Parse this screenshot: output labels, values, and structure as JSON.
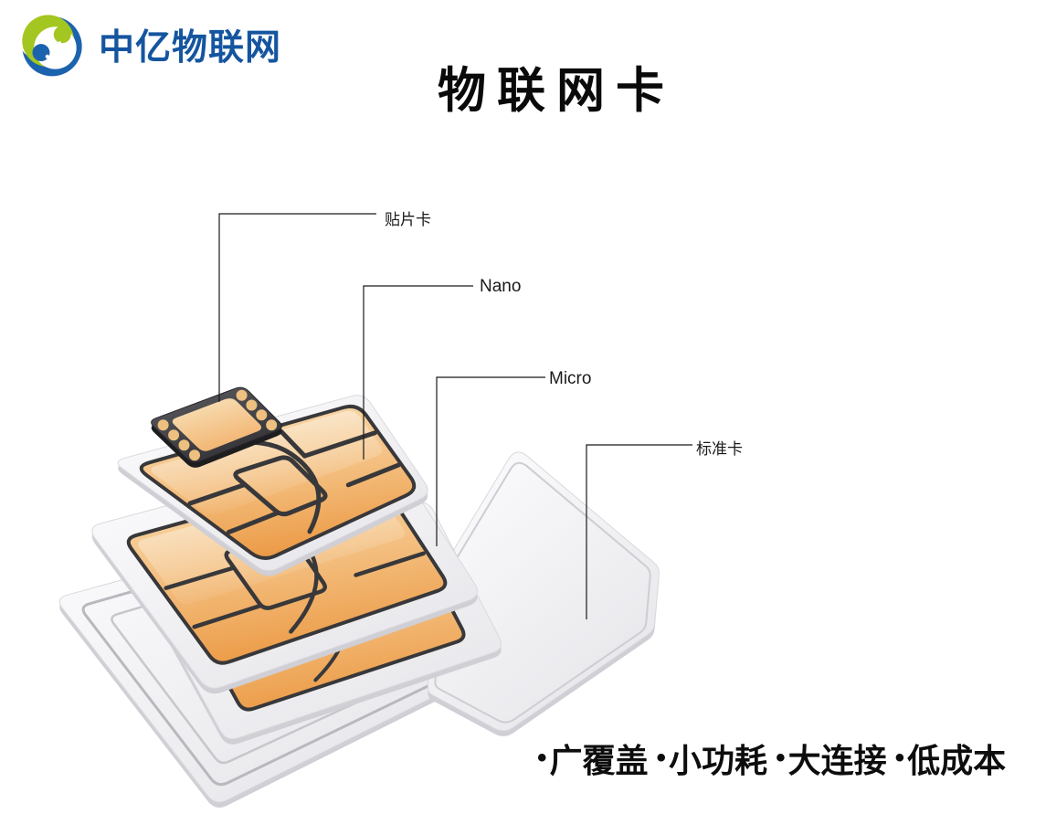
{
  "meta": {
    "type": "product-diagram",
    "language": "zh-CN"
  },
  "logo": {
    "company": "中亿物联网",
    "icon": "swirl-logo-icon",
    "colors": {
      "green": "#a4c620",
      "blue": "#1c63ad",
      "text": "#15559f"
    }
  },
  "title": {
    "text": "物联网卡"
  },
  "diagram": {
    "name": "sim-card-exploded-stack",
    "callouts": [
      {
        "id": "chip",
        "label": "贴片卡"
      },
      {
        "id": "nano",
        "label": "Nano"
      },
      {
        "id": "micro",
        "label": "Micro"
      },
      {
        "id": "standard",
        "label": "标准卡"
      }
    ],
    "colors": {
      "card_white_hi": "#fdfdfe",
      "card_white_lo": "#e7e7eb",
      "card_edge": "#cfcfd5",
      "card_stroke": "#d9d9de",
      "groove": "#b8b8bf",
      "contact_gold_light": "#f8ddb0",
      "contact_gold_mid": "#f4c183",
      "contact_gold_deep": "#ec9c48",
      "contact_line": "#38383a",
      "chip_dark_hi": "#5d5d62",
      "chip_dark_lo": "#323236",
      "chip_under": "#1e1e20",
      "chip_pad": "#eec07f",
      "callout_line": "#1a1a1a"
    }
  },
  "slogan": {
    "bullet": "•",
    "items": [
      "广覆盖",
      "小功耗",
      "大连接",
      "低成本"
    ]
  }
}
